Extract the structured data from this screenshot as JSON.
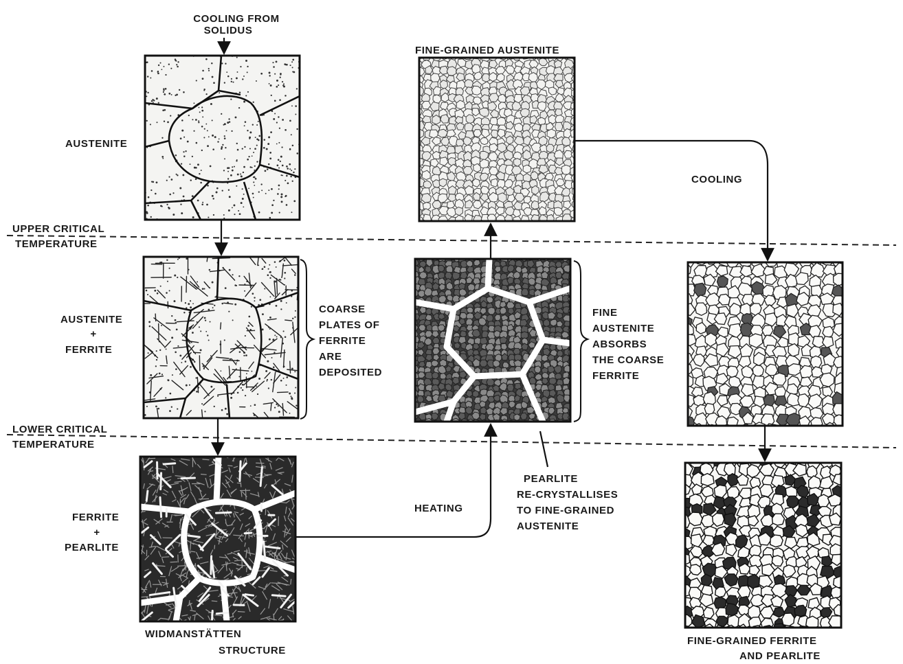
{
  "labels": {
    "cooling_from": "COOLING FROM",
    "solidus": "SOLIDUS",
    "austenite": "AUSTENITE",
    "upper_critical_1": "UPPER CRITICAL",
    "upper_critical_2": "TEMPERATURE",
    "lower_critical_1": "LOWER CRITICAL",
    "lower_critical_2": "TEMPERATURE",
    "austenite_ferrite_1": "AUSTENITE",
    "austenite_ferrite_2": "+",
    "austenite_ferrite_3": "FERRITE",
    "ferrite_pearlite_1": "FERRITE",
    "ferrite_pearlite_2": "+",
    "ferrite_pearlite_3": "PEARLITE",
    "coarse_1": "COARSE",
    "coarse_2": "PLATES OF",
    "coarse_3": "FERRITE",
    "coarse_4": "ARE",
    "coarse_5": "DEPOSITED",
    "widman_1": "WIDMANSTÄTTEN",
    "widman_2": "STRUCTURE",
    "fine_grained_austenite": "FINE-GRAINED AUSTENITE",
    "fine_abs_1": "FINE",
    "fine_abs_2": "AUSTENITE",
    "fine_abs_3": "ABSORBS",
    "fine_abs_4": "THE COARSE",
    "fine_abs_5": "FERRITE",
    "heating": "HEATING",
    "pearlite_1": "PEARLITE",
    "pearlite_2": "RE-CRYSTALLISES",
    "pearlite_3": "TO FINE-GRAINED",
    "pearlite_4": "AUSTENITE",
    "cooling": "COOLING",
    "fgfp_1": "FINE-GRAINED FERRITE",
    "fgfp_2": "AND PEARLITE"
  }
}
